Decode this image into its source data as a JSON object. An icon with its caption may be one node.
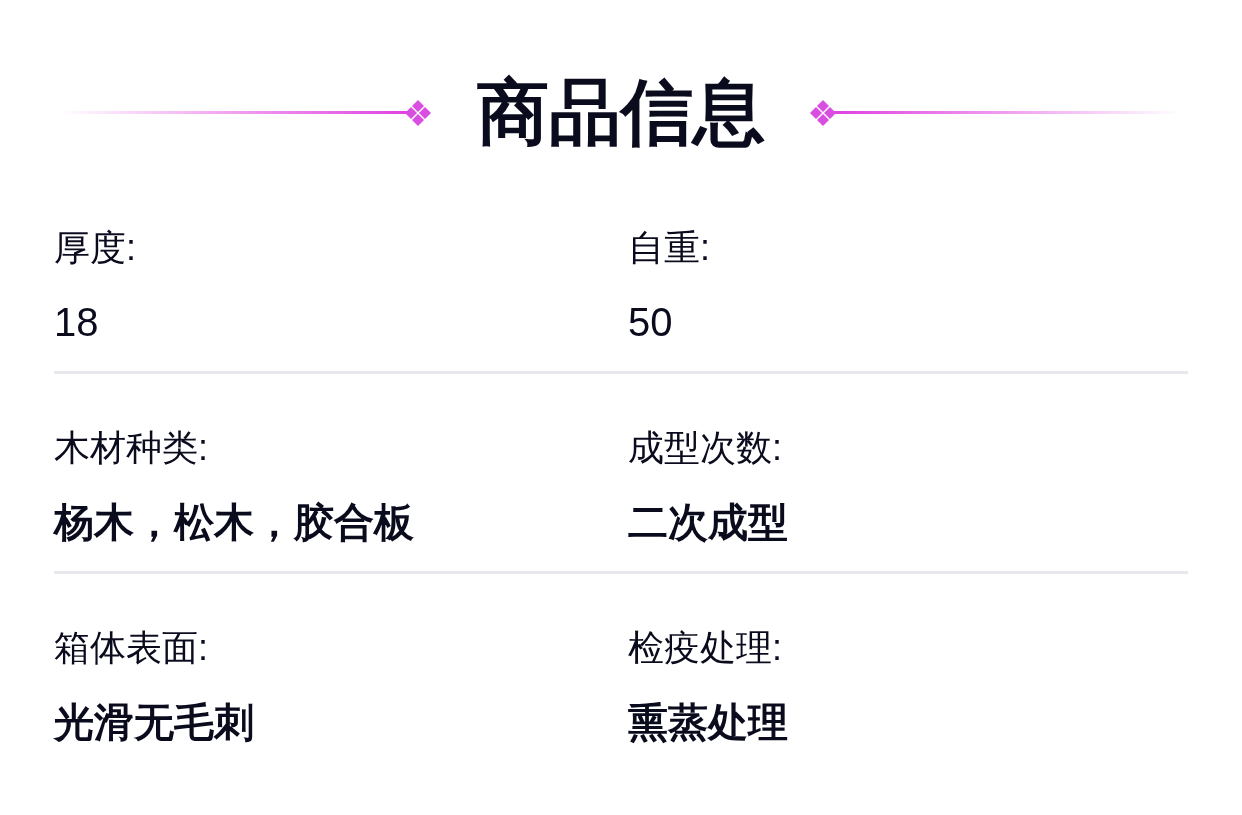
{
  "diagram": {
    "title": "商品信息",
    "labels": [
      "厚度:",
      "18",
      "自重:",
      "50",
      "木材种类:",
      "杨木，松木，胶合板",
      "成型次数:",
      "二次成型",
      "箱体表面:",
      "光滑无毛刺",
      "检疫处理:",
      "熏蒸处理"
    ]
  }
}
